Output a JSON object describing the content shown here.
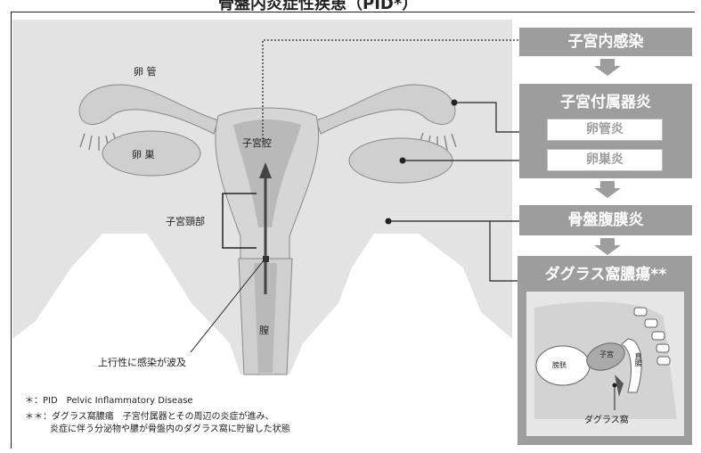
{
  "title": "骨盤内炎症性疾患（PID*）",
  "anatomy_labels": {
    "fallopian_tube": "卵 管",
    "ovary": "卵 巣",
    "uterine_cavity": "子宮腔",
    "cervix": "子宮頸部",
    "vagina": "膣",
    "ascending_infection": "上行性に感染が波及"
  },
  "flow": {
    "uterine_infection": "子宮内感染",
    "adnexitis": "子宮付属器炎",
    "salpingitis": "卵管炎",
    "oophoritis": "卵巣炎",
    "pelvic_peritonitis": "骨盤腹膜炎",
    "douglas_abscess": "ダグラス窩膿瘍**"
  },
  "inset_labels": {
    "bladder": "膀胱",
    "uterus": "子宮",
    "rectum": "直腸",
    "douglas_pouch": "ダグラス窩"
  },
  "notes": {
    "note1": "＊：PID　Pelvic Inflammatory Disease",
    "note2": "＊＊：ダグラス窩膿瘍　子宮付属器とその周辺の炎症が進み、",
    "note3": "炎症に伴う分泌物や膿が骨盤内のダグラス窩に貯留した状態"
  },
  "colors": {
    "pelvis": "#e3e3e3",
    "organ_light": "#cfcfcf",
    "organ_mid": "#b9b9b9",
    "flow_box": "#9d9d9d"
  }
}
